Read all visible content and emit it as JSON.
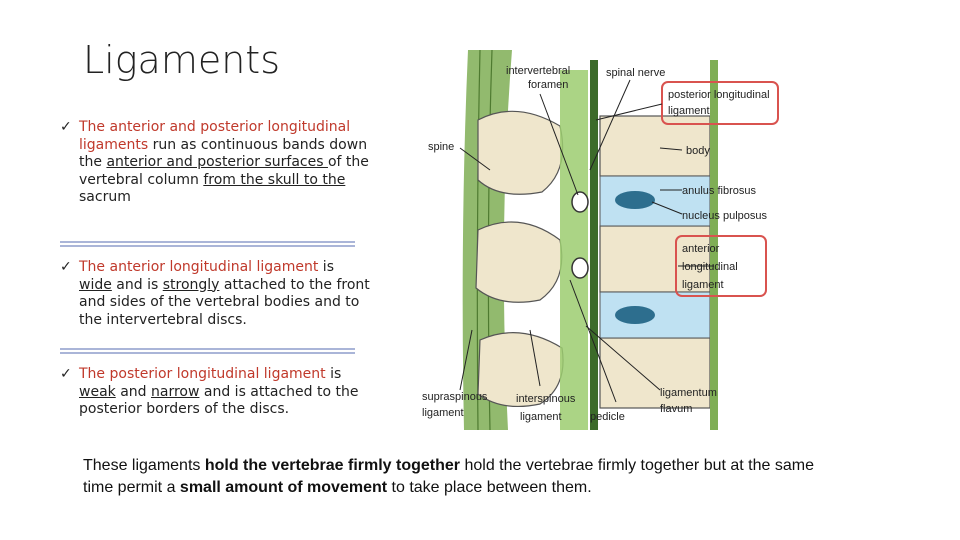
{
  "slide": {
    "title": "Ligaments",
    "bullets": [
      {
        "check": "✓",
        "parts": [
          {
            "text": "The anterior and posterior longitudinal ligaments",
            "style": "red"
          },
          {
            "text": " run as continuous bands down the ",
            "style": "plain"
          },
          {
            "text": "anterior and posterior surfaces ",
            "style": "underline"
          },
          {
            "text": "of the vertebral column ",
            "style": "plain"
          },
          {
            "text": "from the skull to the",
            "style": "underline"
          },
          {
            "text": " sacrum",
            "style": "plain"
          }
        ]
      },
      {
        "check": "✓",
        "parts": [
          {
            "text": "The anterior longitudinal ligament",
            "style": "red"
          },
          {
            "text": " is ",
            "style": "plain"
          },
          {
            "text": "wide",
            "style": "underline"
          },
          {
            "text": " and is ",
            "style": "plain"
          },
          {
            "text": "strongly",
            "style": "underline"
          },
          {
            "text": " attached to the front and sides of the vertebral bodies and to the intervertebral discs.",
            "style": "plain"
          }
        ]
      },
      {
        "check": "✓",
        "parts": [
          {
            "text": "The posterior longitudinal ligament",
            "style": "red"
          },
          {
            "text": " is ",
            "style": "plain"
          },
          {
            "text": "weak",
            "style": "underline"
          },
          {
            "text": " and ",
            "style": "plain"
          },
          {
            "text": "narrow",
            "style": "underline"
          },
          {
            "text": " and is attached to the posterior borders of the discs.",
            "style": "plain"
          }
        ]
      }
    ],
    "summary": [
      {
        "text": "These ligaments ",
        "style": "plain"
      },
      {
        "text": "hold the vertebrae firmly together",
        "style": "bold"
      },
      {
        "text": " hold the vertebrae firmly together but at the same time permit a ",
        "style": "plain"
      },
      {
        "text": "small amount of movement",
        "style": "bold"
      },
      {
        "text": " to take place between them.",
        "style": "plain"
      }
    ]
  },
  "figure": {
    "labels": {
      "intervertebral_foramen_1": "intervertebral",
      "intervertebral_foramen_2": "foramen",
      "spinal_nerve": "spinal nerve",
      "posterior_longitudinal_1": "posterior longitudinal",
      "posterior_longitudinal_2": "ligament",
      "spine": "spine",
      "body": "body",
      "anulus_fibrosus": "anulus fibrosus",
      "nucleus_pulposus": "nucleus pulposus",
      "anterior_longitudinal_1": "anterior",
      "anterior_longitudinal_2": "longitudinal",
      "anterior_longitudinal_3": "ligament",
      "supraspinous_1": "supraspinous",
      "supraspinous_2": "ligament",
      "interspinous_1": "interspinous",
      "interspinous_2": "ligament",
      "pedicle": "pedicle",
      "ligamentum_flavum_1": "ligamentum",
      "ligamentum_flavum_2": "flavum"
    },
    "colors": {
      "ligament_green": "#7fae55",
      "bone": "#efe6cc",
      "disc": "#bfe1f2",
      "nucleus": "#2d6e8e",
      "highlight": "#d9534f"
    }
  }
}
